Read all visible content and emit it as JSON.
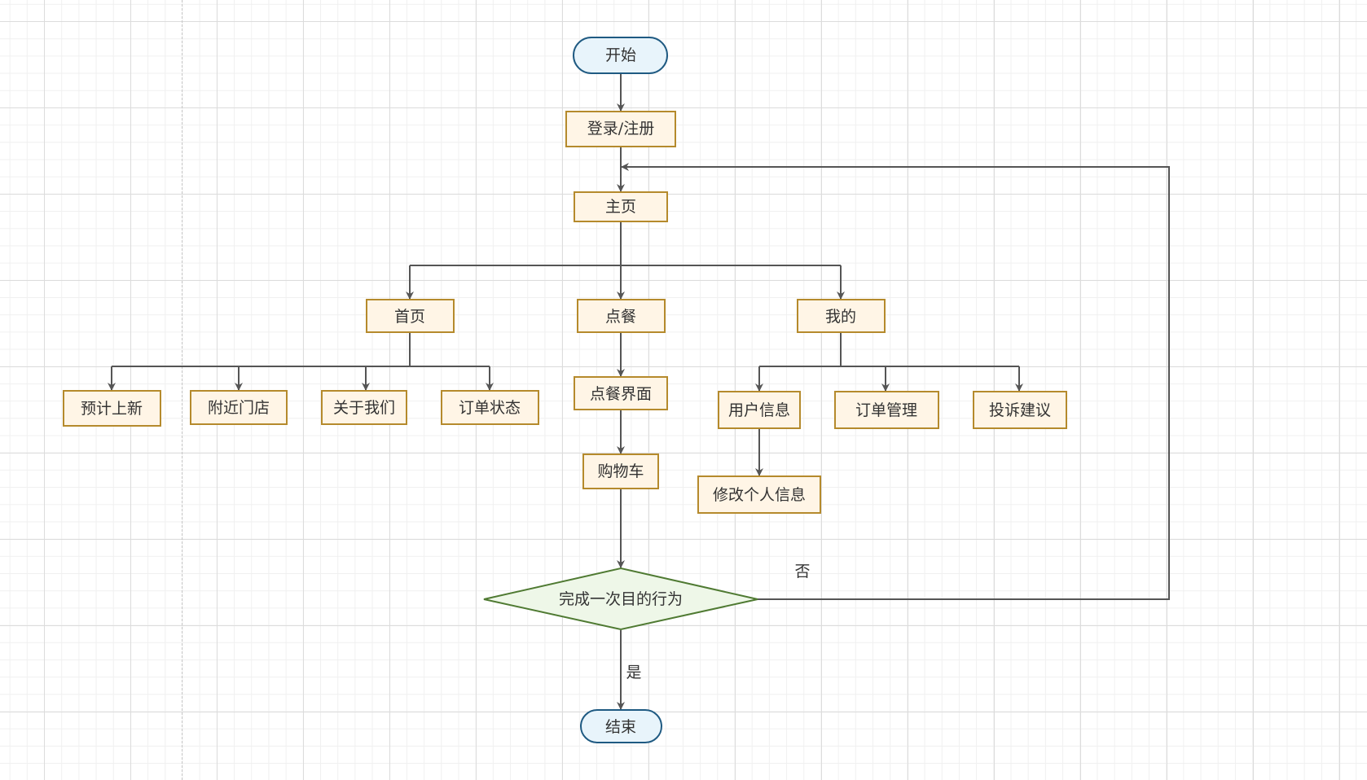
{
  "diagram": {
    "colors": {
      "process_fill": "#fff5e6",
      "process_stroke": "#b58a2c",
      "terminal_fill": "#e8f4fb",
      "terminal_stroke": "#1f5a82",
      "decision_fill": "#eef7e8",
      "decision_stroke": "#4f7a32",
      "edge": "#555555"
    },
    "nodes": {
      "start": "开始",
      "login": "登录/注册",
      "home": "主页",
      "front_page": "首页",
      "order_food": "点餐",
      "mine": "我的",
      "new_items": "预计上新",
      "nearby_stores": "附近门店",
      "about_us": "关于我们",
      "order_status": "订单状态",
      "order_screen": "点餐界面",
      "cart": "购物车",
      "user_info": "用户信息",
      "order_mgmt": "订单管理",
      "complaints": "投诉建议",
      "edit_profile": "修改个人信息",
      "decision": "完成一次目的行为",
      "end": "结束"
    },
    "edge_labels": {
      "no": "否",
      "yes": "是"
    }
  }
}
